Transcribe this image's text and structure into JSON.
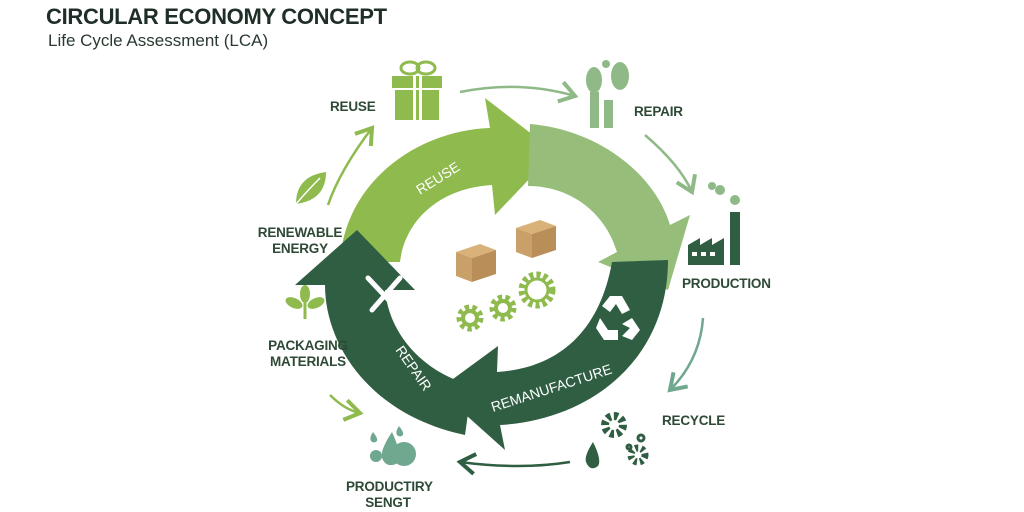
{
  "header": {
    "title": "CIRCULAR ECONOMY CONCEPT",
    "subtitle": "Life Cycle Assessment (LCA)"
  },
  "cycle_arrows": [
    {
      "label": "REUSE",
      "color": "#8fba4e"
    },
    {
      "label": "",
      "color": "#96bd7a"
    },
    {
      "label": "REMANUFACTURE",
      "color": "#2f5e42"
    },
    {
      "label": "REPAIR",
      "color": "#2f5e42"
    }
  ],
  "outer_nodes": [
    {
      "label": "REUSE",
      "icon": "gift-icon"
    },
    {
      "label": "REPAIR",
      "icon": "tree-icon"
    },
    {
      "label": "PRODUCTION",
      "icon": "factory-icon"
    },
    {
      "label": "RECYCLE",
      "icon": "gears-icon"
    },
    {
      "label": "PRODUCTIRY SENGT",
      "icon": "water-drops-icon"
    },
    {
      "label": "PACKAGING MATERIALS",
      "icon": "sprout-icon"
    },
    {
      "label": "RENEWABLE ENERGY",
      "icon": "leaf-icon"
    }
  ],
  "colors": {
    "light_green": "#8fba4e",
    "pale_green": "#96bd7a",
    "dark_green": "#2f5e42",
    "teal": "#6fa88f",
    "box_tan": "#c9a06a",
    "label_text": "#2e4a36"
  }
}
